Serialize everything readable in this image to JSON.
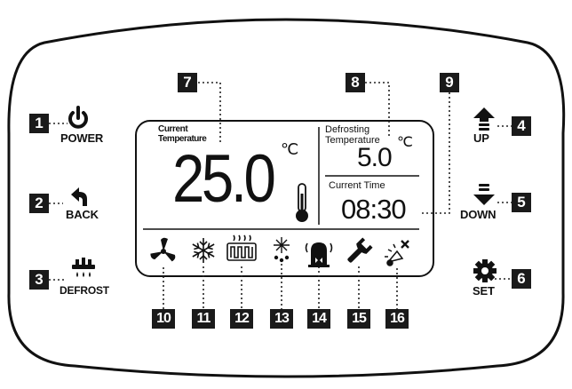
{
  "buttons": {
    "power": "POWER",
    "back": "BACK",
    "defrost": "DEFROST",
    "up": "UP",
    "down": "DOWN",
    "set": "SET"
  },
  "display": {
    "current_temp_label_line1": "Current",
    "current_temp_label_line2": "Temperature",
    "current_temp_value": "25.0",
    "current_temp_unit": "℃",
    "defrost_temp_label_line1": "Defrosting",
    "defrost_temp_label_line2": "Temperature",
    "defrost_temp_value": "5.0",
    "defrost_temp_unit": "℃",
    "time_label": "Current Time",
    "time_value": "08:30"
  },
  "callouts": [
    "1",
    "2",
    "3",
    "4",
    "5",
    "6",
    "7",
    "8",
    "9",
    "10",
    "11",
    "12",
    "13",
    "14",
    "15",
    "16"
  ],
  "status_icons": [
    "fan-icon",
    "snowflake-icon",
    "heater-icon",
    "defrost-drip-icon",
    "alarm-icon",
    "wrench-icon",
    "light-off-icon"
  ]
}
